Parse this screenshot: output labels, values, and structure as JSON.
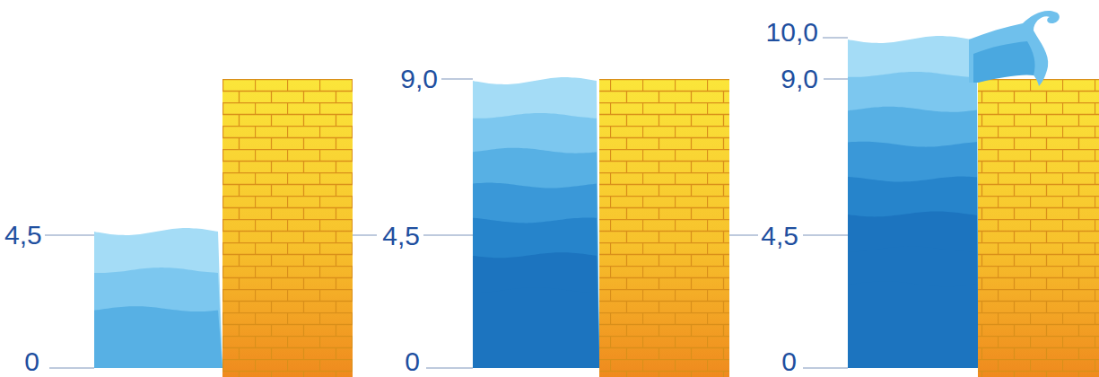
{
  "diagram": {
    "labels": [
      "4,5",
      "0",
      "9,0",
      "4,5",
      "0",
      "10,0",
      "9,0",
      "4,5",
      "0"
    ]
  }
}
